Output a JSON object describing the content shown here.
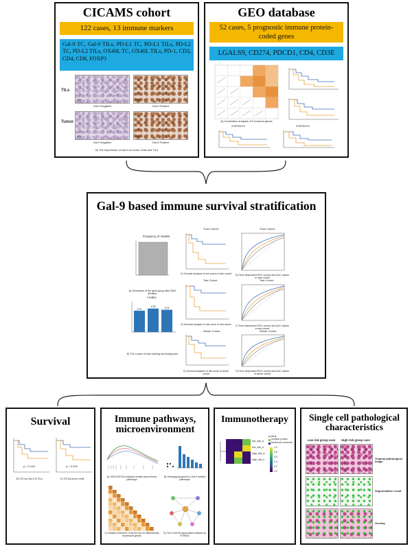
{
  "cicams": {
    "title": "CICAMS cohort",
    "summary": "122 cases, 13 immune markers",
    "markers": "Gal-9 TC, Gal-9 TILs, PD-L1 TC, PD-L1 TILs, PD-L2 TC, PD-L2 TILs, OX40L TC, OX40L TILs, PD-1, CD3, CD4, CD8, FOXP3",
    "row_tils": "TILs",
    "row_tumor": "Tumor",
    "mag_40x": "40X",
    "gal9_negative": "Gal-9 Negative",
    "gal9_positive": "Gal-9 Positive",
    "caption": "A) The expression of Gal-9 on tumor Cells and TILs"
  },
  "geo": {
    "title": "GEO database",
    "summary": "52 cases, 5 prognostic immune protein-coded genes",
    "genes": "LGALS9, CD274, PDCD1, CD4, CD3E",
    "dataset_1": "GSE30219",
    "dataset_2": "GSE30219"
  },
  "stratification": {
    "title": "Gal-9 based immune survival stratification",
    "freq_title": "Frequency of models",
    "freq_caption": "A) Generation of the gene group after 5000 iteration",
    "cindex_title": "c-index",
    "cindex_caption": "B) The c-index of both training and testing sets",
    "cohort_train": "Train Cohort",
    "cohort_test": "Test Cohort",
    "cohort_whole": "Whole Cohort",
    "km_train_caption": "C) Survival analysis of risk score in train cohort",
    "km_test_caption": "E) Survival analysis of risk score in test cohort",
    "km_whole_caption": "G) Survival analysis of risk score in whole cohort",
    "roc_train_caption": "D) Time-dependent ROC curves and AUC values in train cohort",
    "roc_test_caption": "F) Time-dependent ROC curves and AUC values in test cohort",
    "roc_whole_caption": "H) Time-dependent ROC curves and AUC values in whole cohort"
  },
  "survival": {
    "title": "Survival",
    "caption_1": "B) OS by Gal-9 in TILs",
    "caption_2": "C) OS by tumor cells",
    "pval_1": "p = 0.140",
    "pval_2": "p = 0.029"
  },
  "pathways": {
    "title": "Immune pathways, microenvironment",
    "caption_a": "A) GSEA KEGG analysis reveals key immune pathways",
    "caption_b": "B) Overlapping genes in Gal-9 related pathways",
    "caption_c": "C) Relation between LGALS9 and 10 differentially expressed genes",
    "caption_d": "D) The LGALS9-associated network by STRING"
  },
  "immunotherapy": {
    "title": "Immunotherapy",
    "legend_title": "pvalue",
    "legend_nominal": "nominal p-value",
    "legend_bonf": "Bonferroni corrected",
    "rows": [
      "low_risk_a",
      "low_risk_b",
      "high_risk_a",
      "high_risk_b"
    ],
    "scale": [
      "1.0",
      "0.8",
      "0.6",
      "0.4",
      "0.2",
      "0.0"
    ]
  },
  "singlecell": {
    "title": "Single cell pathological characteristics",
    "low_risk": "Low risk group case",
    "high_risk": "High risk group case",
    "row_original": "Original pathological image",
    "row_segmentation": "Segmentation result",
    "row_overlay": "Overlay"
  },
  "colors": {
    "gold": "#f5b800",
    "cyan": "#1ea9e1",
    "bar_blue": "#2e75b6",
    "curve_blue": "#3c6fb4",
    "curve_orange": "#e8a33c"
  },
  "chart_data": [
    {
      "type": "bar",
      "title": "c-index",
      "categories": [
        "",
        "",
        ""
      ],
      "values": [
        0.71,
        0.78,
        0.74
      ],
      "ylim": [
        0,
        1
      ]
    }
  ]
}
